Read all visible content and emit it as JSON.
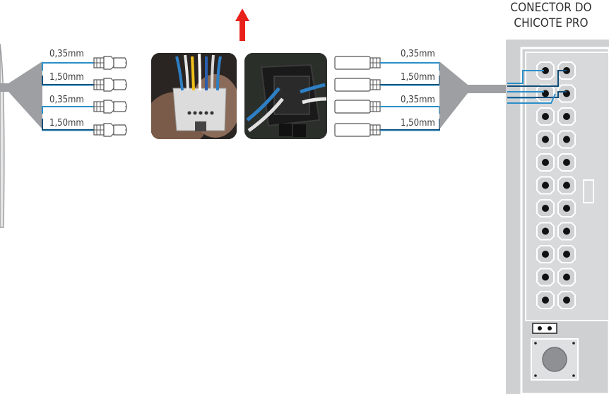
{
  "connector": {
    "title_line1": "CONECTOR DO",
    "title_line2": "CHICOTE PRO"
  },
  "left_wires": [
    {
      "gauge": "0,35mm"
    },
    {
      "gauge": "1,50mm"
    },
    {
      "gauge": "0,35mm"
    },
    {
      "gauge": "1,50mm"
    }
  ],
  "right_wires": [
    {
      "gauge": "0,35mm"
    },
    {
      "gauge": "1,50mm"
    },
    {
      "gauge": "0,35mm"
    },
    {
      "gauge": "1,50mm"
    }
  ],
  "colors": {
    "wire_blue": "#2a8fc9",
    "wire_dark": "#0f4f7a",
    "arrow": "#e8211b",
    "connector_body": "#cfd0d2",
    "bundle": "#9d9fa2"
  },
  "icons": {
    "direction": "arrow-up-icon",
    "male_terminal": "male-terminal-icon",
    "female_terminal": "female-terminal-icon"
  }
}
